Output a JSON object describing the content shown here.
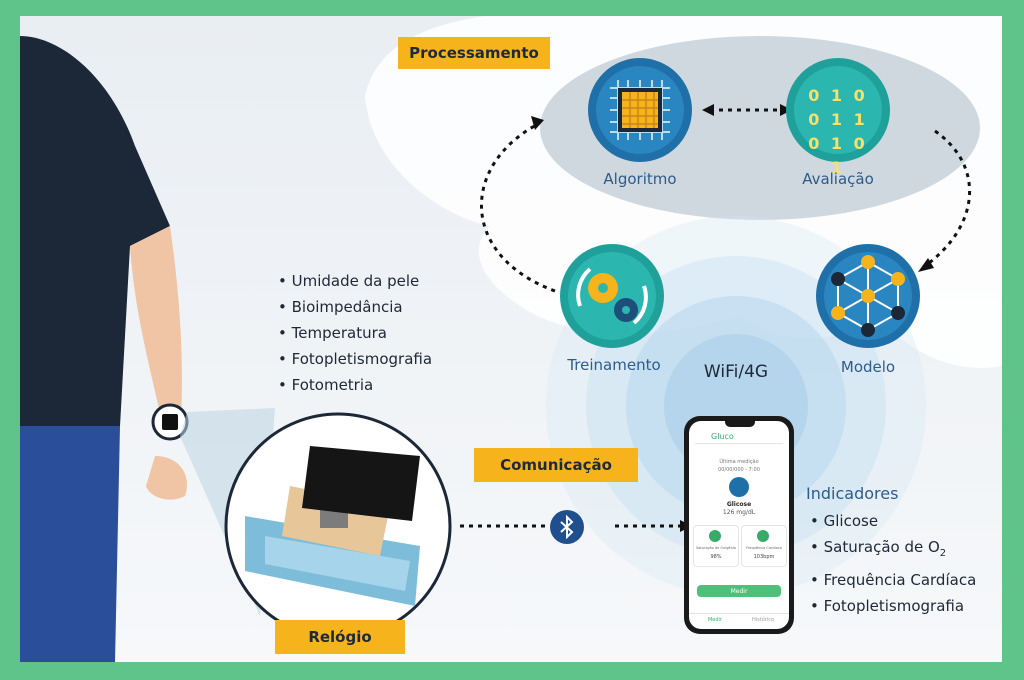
{
  "processing": {
    "tag": "Processamento",
    "steps": {
      "algorithm": "Algoritmo",
      "evaluation": "Avaliação",
      "model": "Modelo",
      "training": "Treinamento"
    }
  },
  "binary_digits": "0 1 0 0 1 1 0 1 0 1",
  "sensors": [
    "Umidade da pele",
    "Bioimpedância",
    "Temperatura",
    "Fotopletismografia",
    "Fotometria"
  ],
  "network_label": "WiFi/4G",
  "communication_tag": "Comunicação",
  "watch_tag": "Relógio",
  "bluetooth_icon": "bluetooth-icon",
  "phone": {
    "app_name": "Gluco",
    "last_reading_label": "Última medição",
    "last_reading_date": "00/00/000 - 7:00",
    "glucose_label": "Glicose",
    "glucose_value": "126 mg/dL",
    "spo2_label": "Saturação de Oxigênio",
    "spo2_value": "98%",
    "heart_label": "Frequência Cardíaca",
    "heart_value": "103bpm",
    "measure_button": "Medir",
    "tabs": [
      "Medir",
      "Histórico"
    ]
  },
  "indicators": {
    "title": "Indicadores",
    "items": [
      "Glicose",
      "Saturação de O",
      "Frequência Cardíaca",
      "Fotopletismografia"
    ],
    "spo2_subscript": "2"
  },
  "colors": {
    "frame": "#5fc48a",
    "tag": "#f7b31b",
    "icon_blue": "#1f6fa8",
    "label_blue": "#2d5b8c",
    "shirt": "#1c2738",
    "pants": "#2a4e9a"
  }
}
